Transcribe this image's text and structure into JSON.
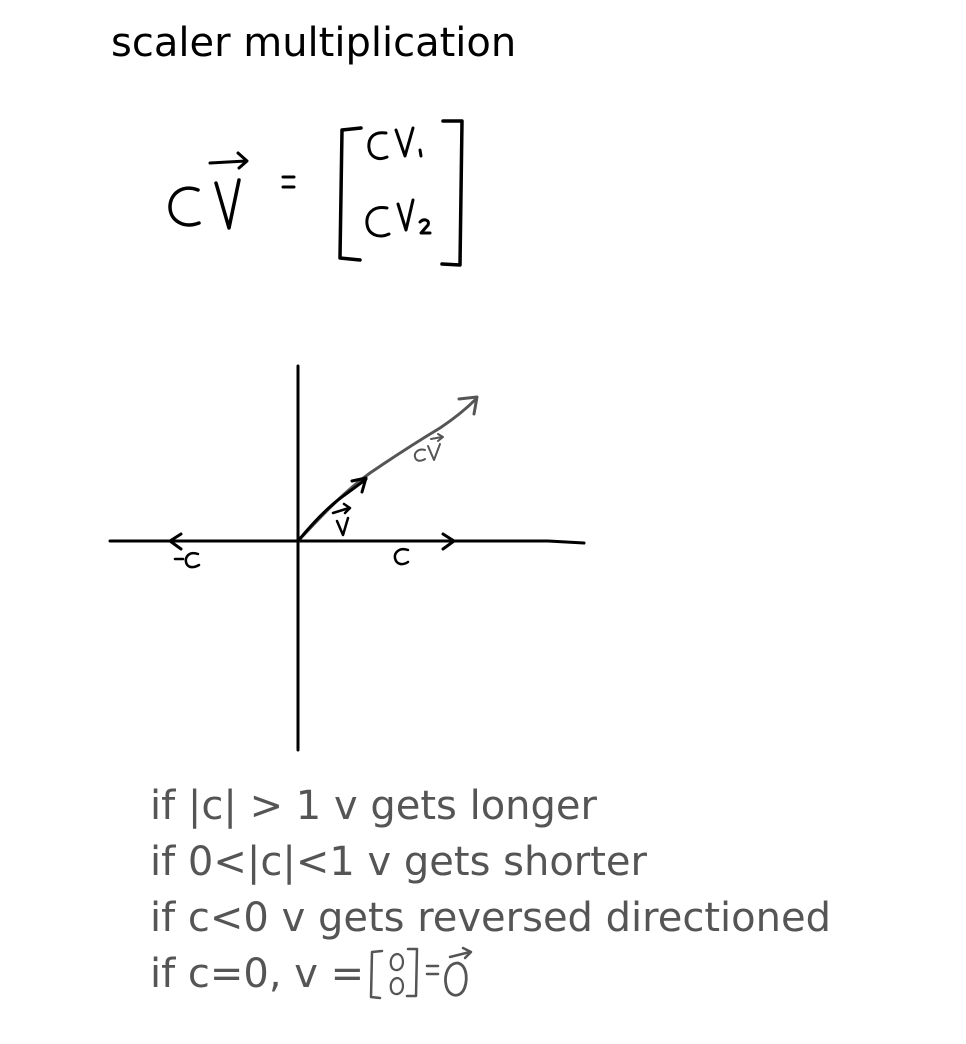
{
  "title": "scaler multiplication",
  "equation": {
    "scalar": "c",
    "vector": "v",
    "equals": "=",
    "components": [
      "cv₁",
      "cv₂"
    ]
  },
  "graph": {
    "labels": {
      "neg_c": "-c",
      "pos_c": "c",
      "v": "v⃗",
      "cv": "cv⃗"
    }
  },
  "notes": [
    "if |c| > 1 v gets longer",
    "if 0<|c|<1 v gets shorter",
    "if c<0 v gets reversed directioned"
  ],
  "zero_case": {
    "prefix": "if c=0, v =",
    "matrix": [
      "0",
      "0"
    ],
    "equals": "=",
    "result": "0⃗"
  },
  "colors": {
    "ink": "#000000",
    "gray_ink": "#555555"
  }
}
